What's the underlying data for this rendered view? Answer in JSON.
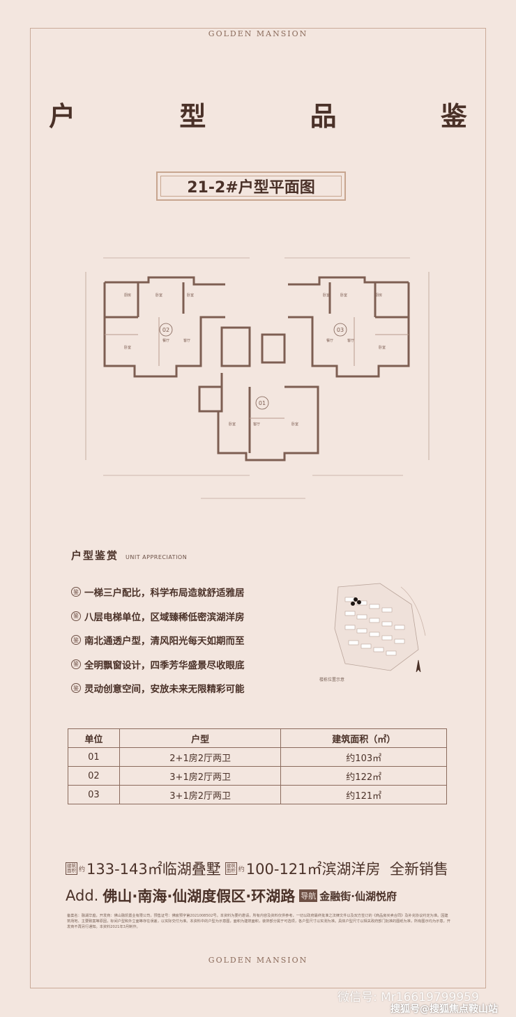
{
  "brand": "GOLDEN MANSION",
  "title": "户 型 品 鉴",
  "subtitle": "21-2#户型平面图",
  "plan_units": [
    "02",
    "03",
    "01"
  ],
  "section": {
    "cn": "户型鉴赏",
    "en": "UNIT APPRECIATION"
  },
  "feature_icon_glyph": "鉴",
  "features": [
    "一梯三户配比，科学布局造就舒适雅居",
    "八层电梯单位，区域臻稀低密滨湖洋房",
    "南北通透户型，清风阳光每天如期而至",
    "全明飘窗设计，四季芳华盛景尽收眼底",
    "灵动创意空间，安放未来无限精彩可能"
  ],
  "site_caption": "楼栋位置示意",
  "table": {
    "headers": [
      "单位",
      "户型",
      "建筑面积（㎡）"
    ],
    "rows": [
      [
        "01",
        "2+1房2厅两卫",
        "约103㎡"
      ],
      [
        "02",
        "3+1房2厅两卫",
        "约122㎡"
      ],
      [
        "03",
        "3+1房2厅两卫",
        "约121㎡"
      ]
    ]
  },
  "promo": {
    "tag_top": "建筑",
    "tag_bottom": "面积",
    "approx": "约",
    "part1": "133-143㎡临湖叠墅",
    "part2": "100-121㎡滨湖洋房  全新销售",
    "add_label": "Add.",
    "address": "佛山·南海·仙湖度假区·环湖路",
    "nav_label": "导航",
    "destination": "金融街·仙湖悦府"
  },
  "fine_print": "备案名：融湖华庭，开发商：佛山融凯置业有限公司，预售证号：佛房预字第2021008502号。本资料为要约邀请，所有内容及资料仅供参考，一切以政府最终批准之法律文件以及双方签订的《商品房买卖合同》及补充协议约定为准。因建筑场地、主要致案等原因，标间户型和外立面等存在误差，以实际交付为准。本资料中的户型为示意图，面积为建筑面积，装饰部分属于可选项，各户型尺寸以实测为准。具体户型尺寸以相关政府部门批准的图纸为准，所有图示均为示意，开发商不再另行通知。本资料2021年3月制作。",
  "watermark1": "微信号: Mr16619799959",
  "watermark2": "搜狐号@搜狐焦点鞍山站"
}
